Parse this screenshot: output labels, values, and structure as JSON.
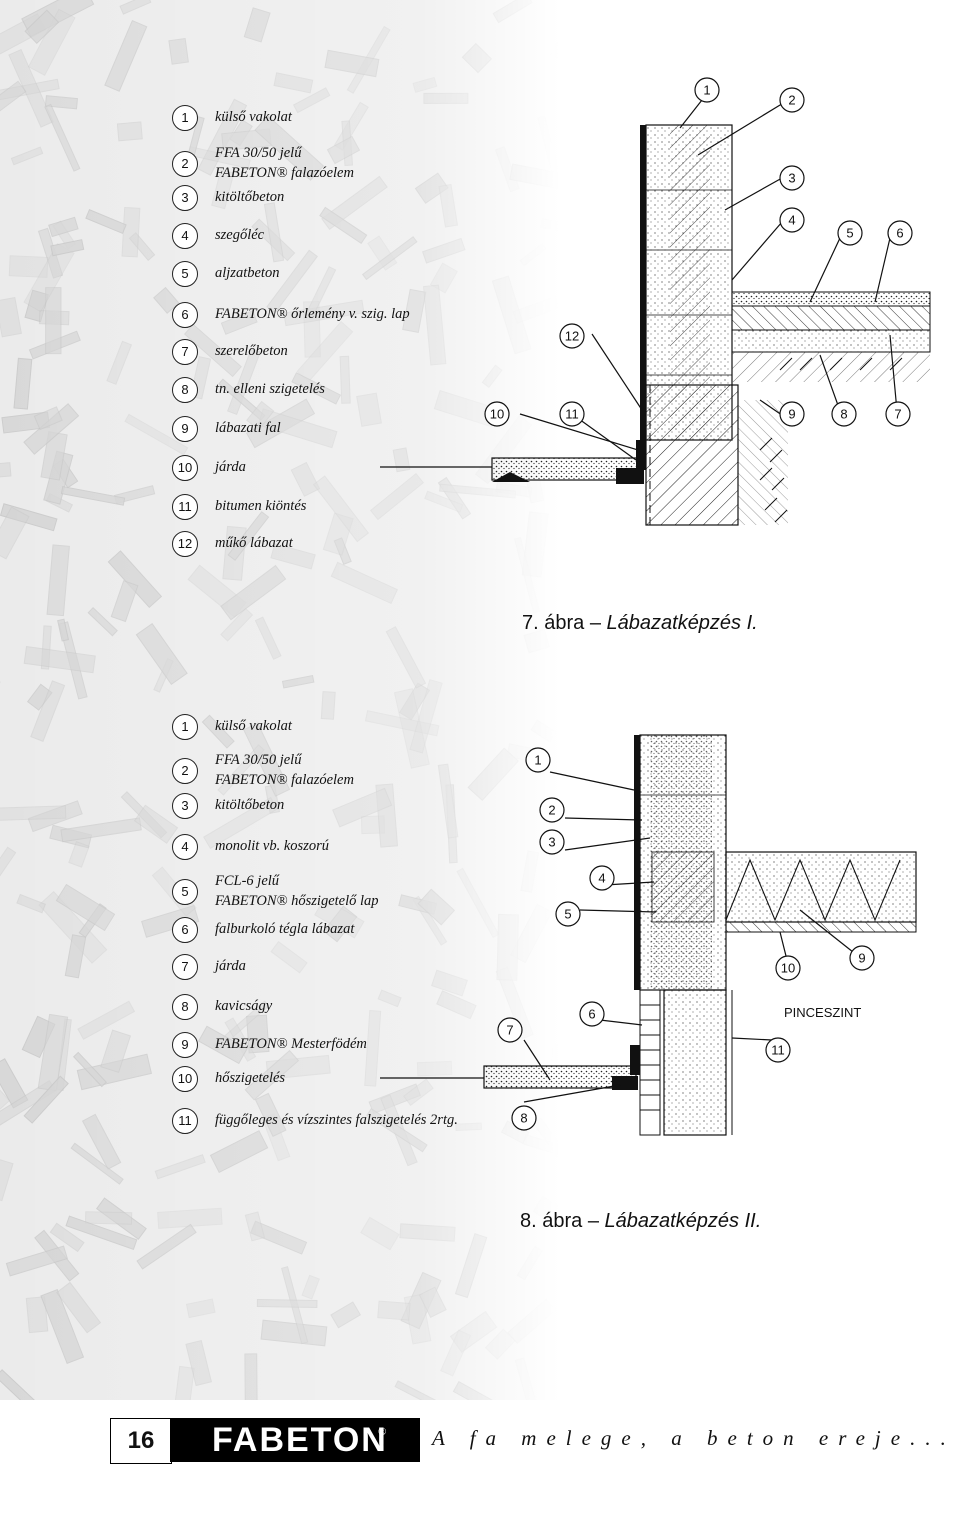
{
  "legend1": [
    {
      "n": "1",
      "lines": [
        "külső vakolat"
      ]
    },
    {
      "n": "2",
      "lines": [
        "FFA 30/50 jelű",
        "FABETON® falazóelem"
      ]
    },
    {
      "n": "3",
      "lines": [
        "kitöltőbeton"
      ]
    },
    {
      "n": "4",
      "lines": [
        "szegőléc"
      ]
    },
    {
      "n": "5",
      "lines": [
        "aljzatbeton"
      ]
    },
    {
      "n": "6",
      "lines": [
        "FABETON® őrlemény v. szig. lap"
      ]
    },
    {
      "n": "7",
      "lines": [
        "szerelőbeton"
      ]
    },
    {
      "n": "8",
      "lines": [
        "tn. elleni szigetelés"
      ]
    },
    {
      "n": "9",
      "lines": [
        "lábazati fal"
      ]
    },
    {
      "n": "10",
      "lines": [
        "járda"
      ]
    },
    {
      "n": "11",
      "lines": [
        "bitumen kiöntés"
      ]
    },
    {
      "n": "12",
      "lines": [
        "műkő lábazat"
      ]
    }
  ],
  "legend2": [
    {
      "n": "1",
      "lines": [
        "külső vakolat"
      ]
    },
    {
      "n": "2",
      "lines": [
        "FFA 30/50 jelű",
        "FABETON® falazóelem"
      ]
    },
    {
      "n": "3",
      "lines": [
        "kitöltőbeton"
      ]
    },
    {
      "n": "4",
      "lines": [
        "monolit vb. koszorú"
      ]
    },
    {
      "n": "5",
      "lines": [
        "FCL-6 jelű",
        "FABETON® hőszigetelő lap"
      ]
    },
    {
      "n": "6",
      "lines": [
        "falburkoló tégla lábazat"
      ]
    },
    {
      "n": "7",
      "lines": [
        "járda"
      ]
    },
    {
      "n": "8",
      "lines": [
        "kavicságy"
      ]
    },
    {
      "n": "9",
      "lines": [
        "FABETON® Mesterfödém"
      ]
    },
    {
      "n": "10",
      "lines": [
        "hőszigetelés"
      ]
    },
    {
      "n": "11",
      "lines": [
        "függőleges és vízszintes falszigetelés 2rtg."
      ]
    }
  ],
  "figure1": {
    "caption_num": "7. ábra",
    "caption_dash": "–",
    "caption_title": "Lábazatképzés I.",
    "callouts": [
      "1",
      "2",
      "3",
      "4",
      "5",
      "6",
      "7",
      "8",
      "9",
      "10",
      "11",
      "12"
    ]
  },
  "figure2": {
    "caption_num": "8. ábra",
    "caption_dash": "–",
    "caption_title": "Lábazatképzés II.",
    "room_label": "PINCESZINT",
    "callouts": [
      "1",
      "2",
      "3",
      "4",
      "5",
      "6",
      "7",
      "8",
      "9",
      "10",
      "11"
    ]
  },
  "footer": {
    "page_number": "16",
    "logo": "FABETON",
    "logo_reg": "®",
    "slogan": "A fa melege, a beton ereje..."
  },
  "colors": {
    "ink": "#111111",
    "texture": "#d9d9d9"
  }
}
